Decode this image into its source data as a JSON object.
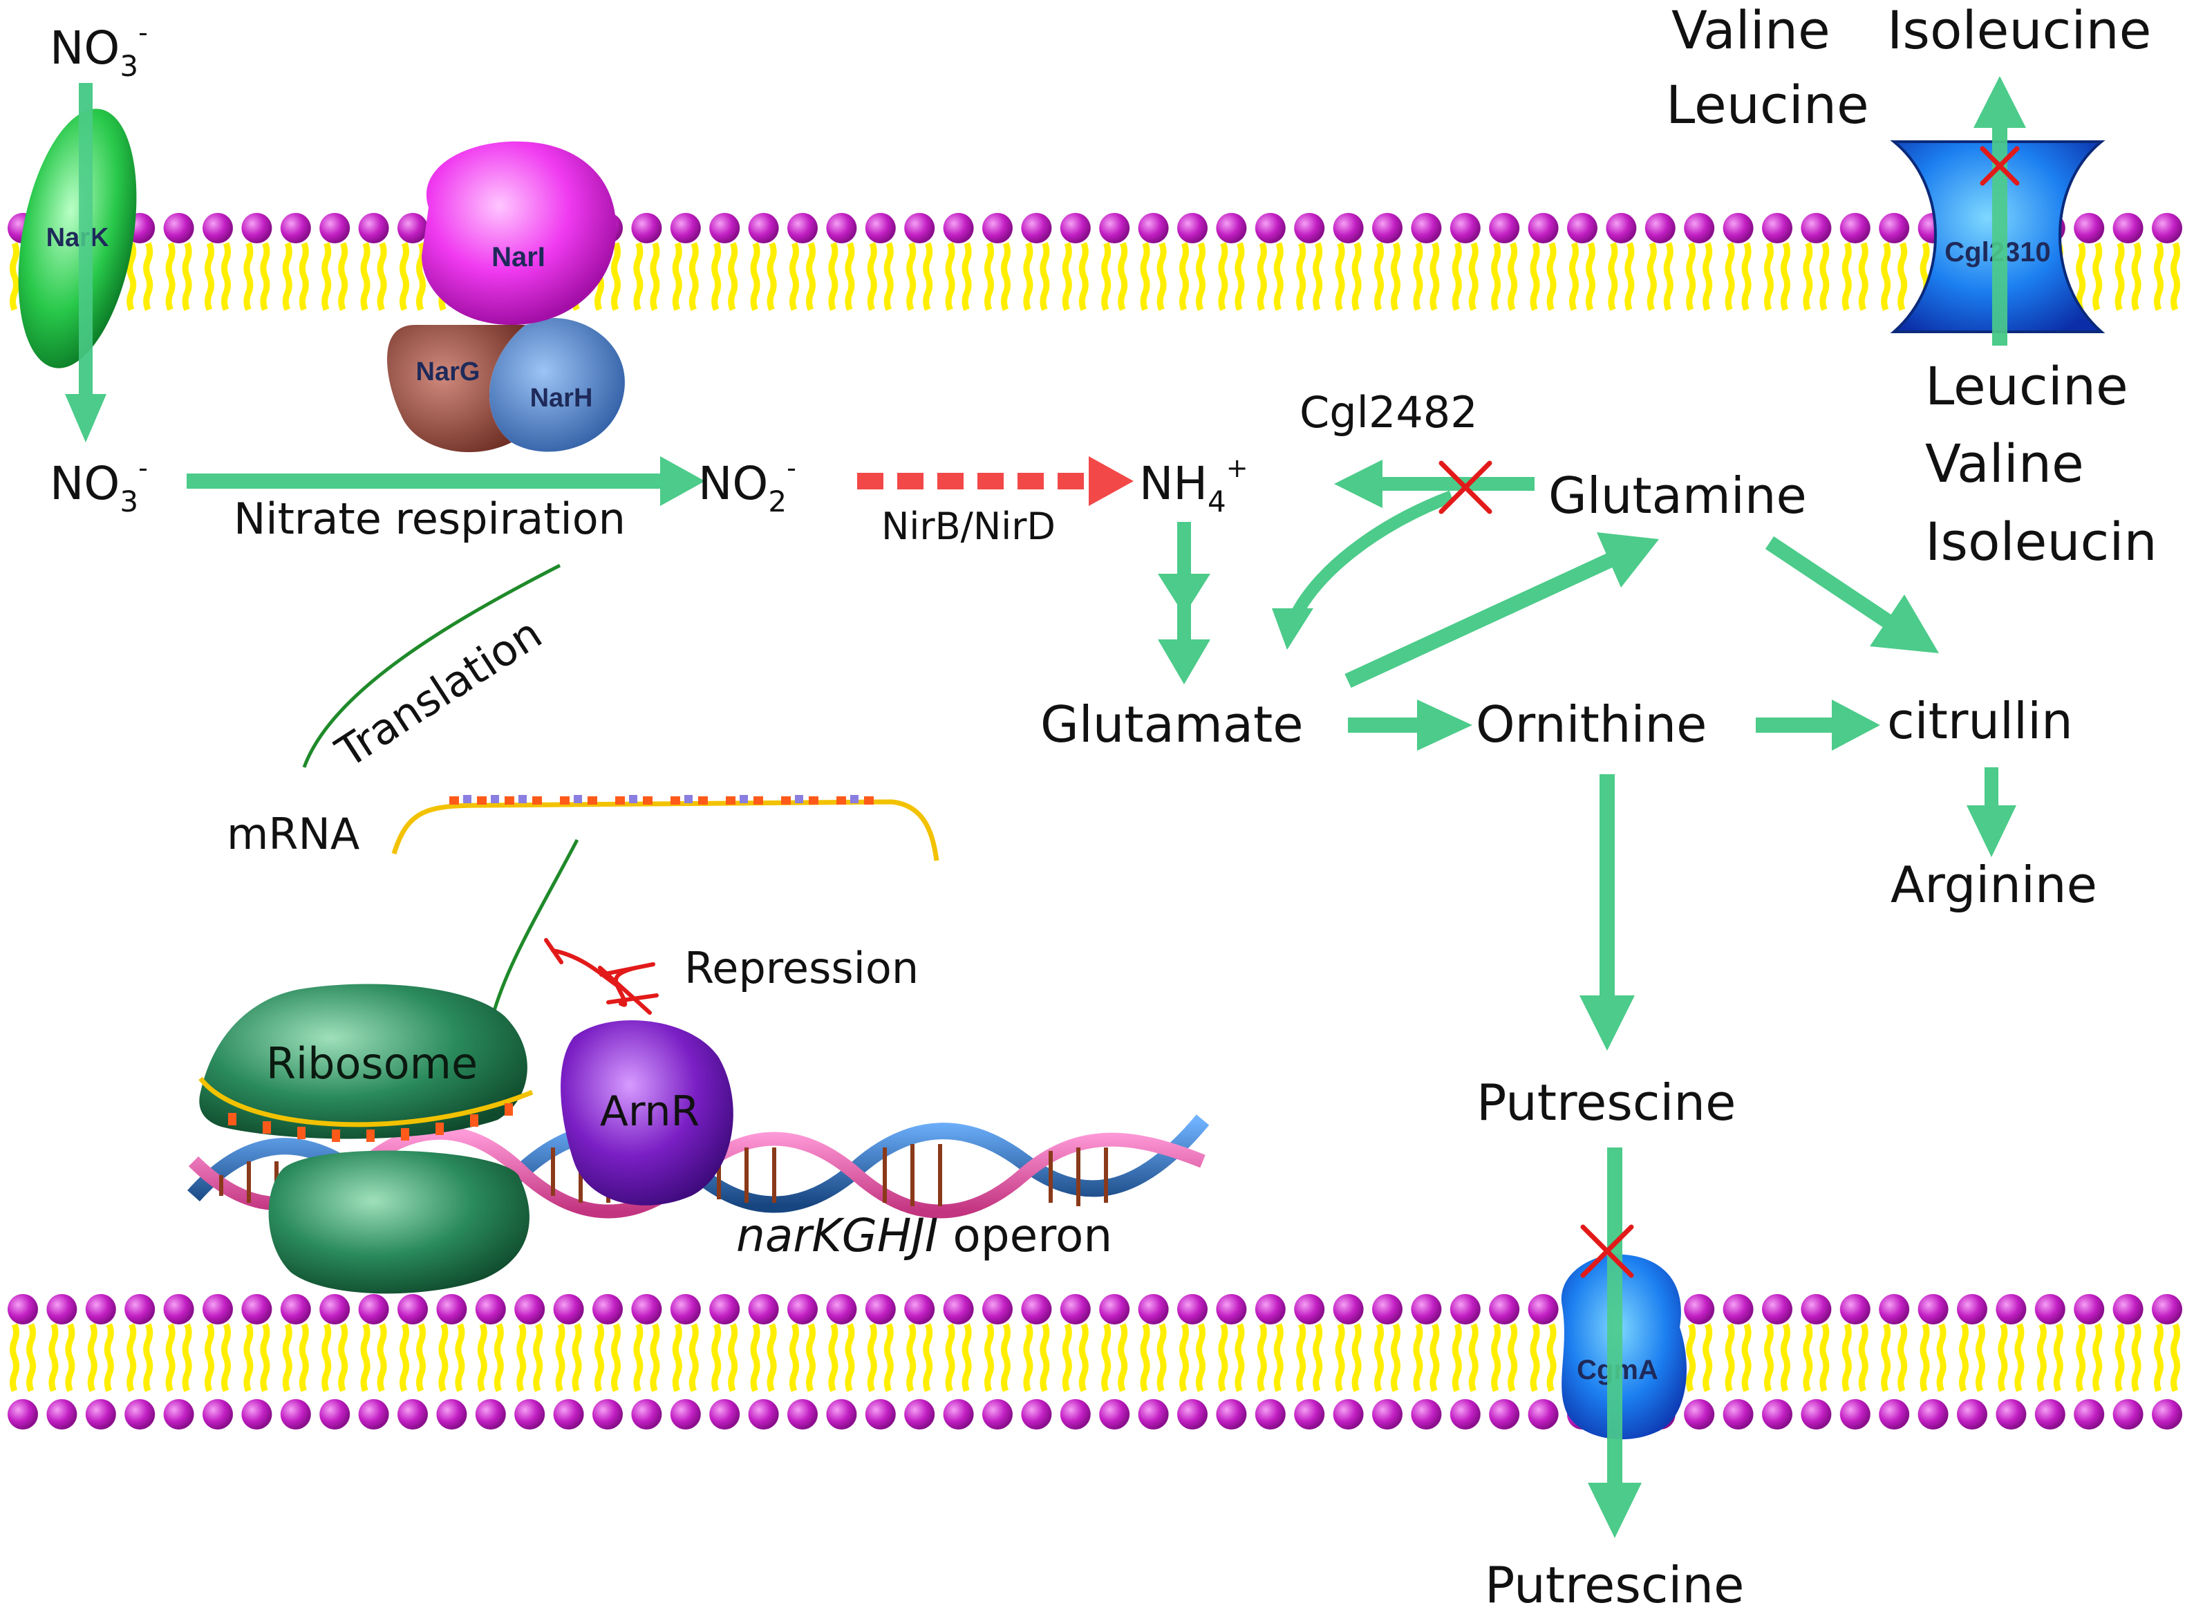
{
  "colors": {
    "arrow": "#4ccb8a",
    "lipid_head": "#c21fc3",
    "lipid_tail": "#ffee00",
    "inhibit": "#e21a1a",
    "dashed_arrow": "#f24848",
    "strand": "#1f8a2a",
    "mrna": "#f2c200"
  },
  "species": {
    "no3_out": "NO",
    "no3_out_sub": "3",
    "no3_out_sup": "-",
    "no3_in": "NO",
    "no3_in_sub": "3",
    "no3_in_sup": "-",
    "no2": "NO",
    "no2_sub": "2",
    "no2_sup": "-",
    "nh4": "NH",
    "nh4_sub": "4",
    "nh4_sup": "+",
    "glutamine": "Glutamine",
    "glutamate": "Glutamate",
    "ornithine": "Ornithine",
    "citrullin": "citrullin",
    "arginine": "Arginine",
    "putrescine_in": "Putrescine",
    "putrescine_out": "Putrescine",
    "valine_out": "Valine",
    "leucine_out": "Leucine",
    "isoleucine_out": "Isoleucine",
    "leucine_in": "Leucine",
    "valine_in": "Valine",
    "isoleucine_in": "Isoleucin"
  },
  "proteins": {
    "nark": "NarK",
    "nari": "NarI",
    "narg": "NarG",
    "narh": "NarH",
    "cgl2310": "Cgl2310",
    "cgma": "CgmA",
    "ribosome": "Ribosome",
    "arnr": "ArnR"
  },
  "labels": {
    "nitrate_respiration": "Nitrate respiration",
    "nirbd": "NirB/NirD",
    "cgl2482": "Cgl2482",
    "translation": "Translation",
    "mrna": "mRNA",
    "repression": "Repression",
    "operon_italic": "narKGHJI",
    "operon_suffix": " operon"
  }
}
